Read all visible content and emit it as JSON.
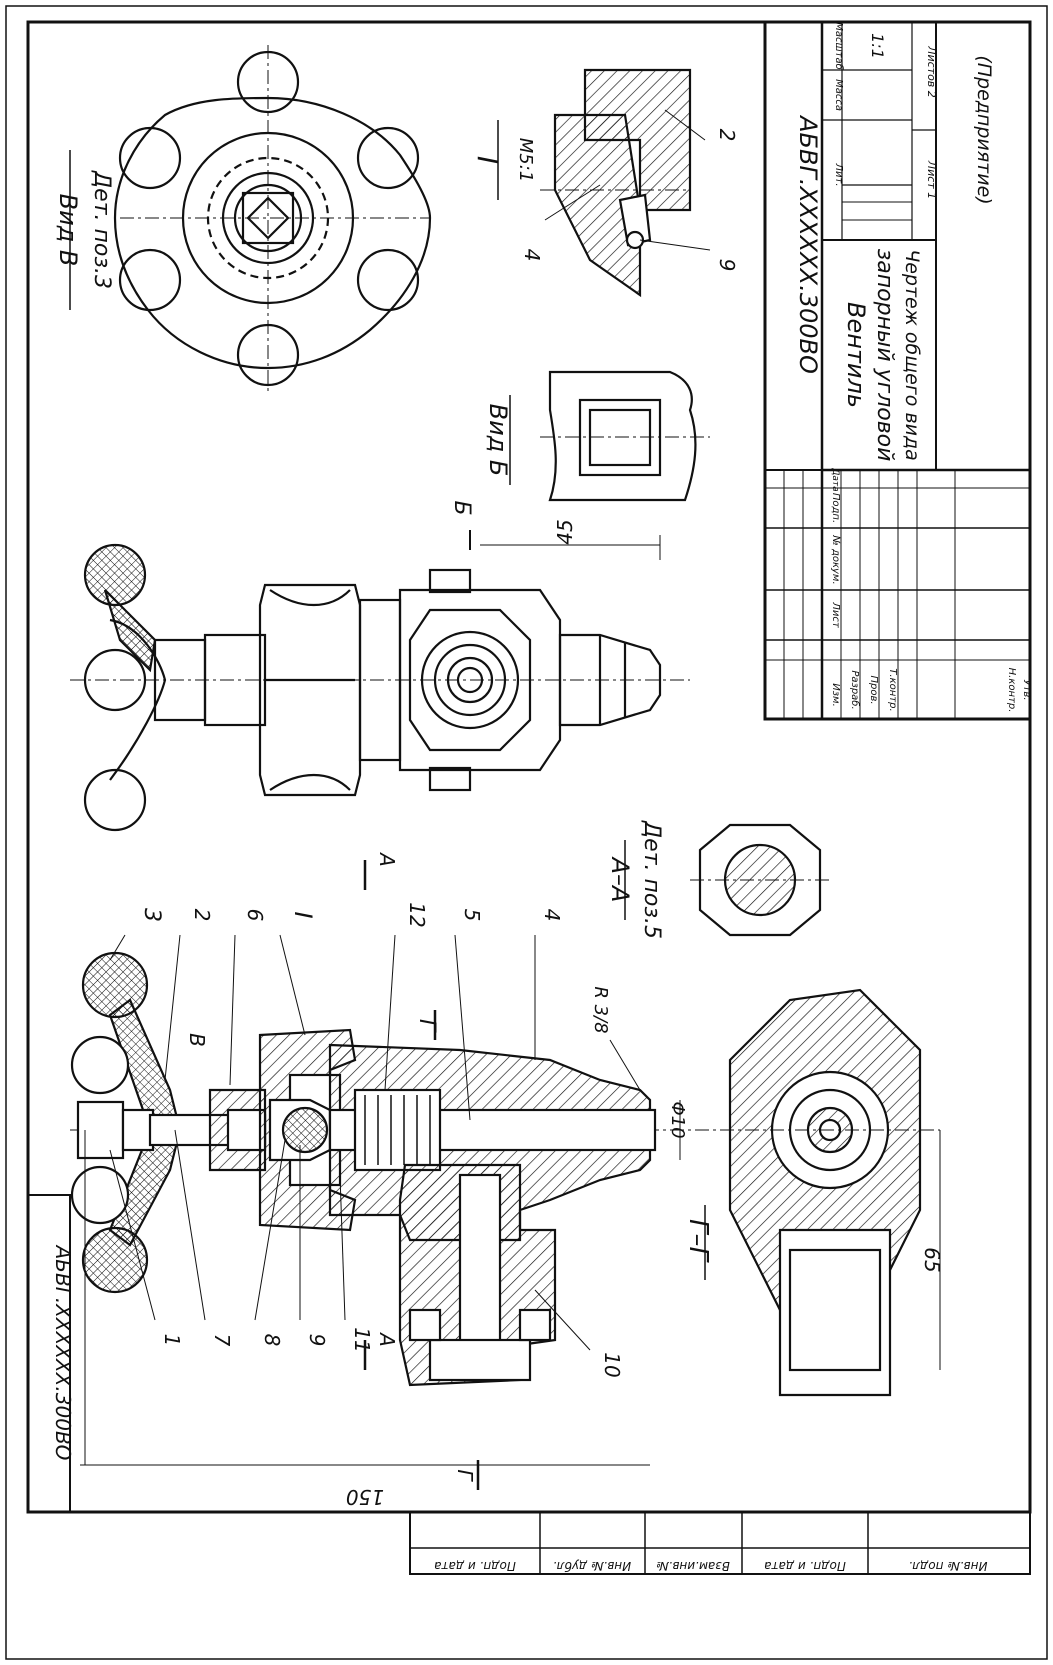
{
  "drawing": {
    "designation": "АБВГ.XXXXXX.300ВО",
    "designation_small": "АБВГ.XXXXXX.300ВО",
    "title_line1": "Вентиль",
    "title_line2": "запорный угловой",
    "title_line3": "Чертеж общего вида",
    "organization": "(Предприятие)",
    "scale": "1:1",
    "col_lit": "Лит.",
    "col_mass": "Масса",
    "col_scale": "Масштаб",
    "sheet": "Лист 1",
    "sheets": "Листов 2"
  },
  "stamp": {
    "rows": [
      "Изм.",
      "Лист",
      "№ докум.",
      "Подп.",
      "Дата"
    ],
    "roles": [
      "Разраб.",
      "Пров.",
      "Т.контр.",
      "Н.контр.",
      "Утв."
    ]
  },
  "side_fields": [
    "Инв.№ подл.",
    "Подп. и дата",
    "Взам.инв.№",
    "Инв.№ дубл.",
    "Подп. и дата"
  ],
  "views": {
    "view_v_title": "Вид В",
    "view_v_sub": "Дет. поз.3",
    "view_b_title": "Вид Б",
    "detail_I": "I",
    "detail_I_scale": "М5:1",
    "section_aa": "А–А",
    "section_aa_sub": "Дет. поз.5",
    "section_gg": "Г–Г",
    "marker_A": "А",
    "marker_B": "Б",
    "marker_V": "В",
    "marker_G": "Г"
  },
  "dimensions": {
    "d150": "150",
    "d65": "65",
    "d45": "45",
    "phi10": "Φ10",
    "thread": "R 3/8"
  },
  "callouts": {
    "main": [
      "1",
      "7",
      "8",
      "9",
      "11",
      "10",
      "3",
      "2",
      "6",
      "I",
      "12",
      "5",
      "4"
    ],
    "detail": [
      "4",
      "9",
      "2"
    ]
  },
  "colors": {
    "ink": "#111111",
    "paper": "#ffffff"
  }
}
